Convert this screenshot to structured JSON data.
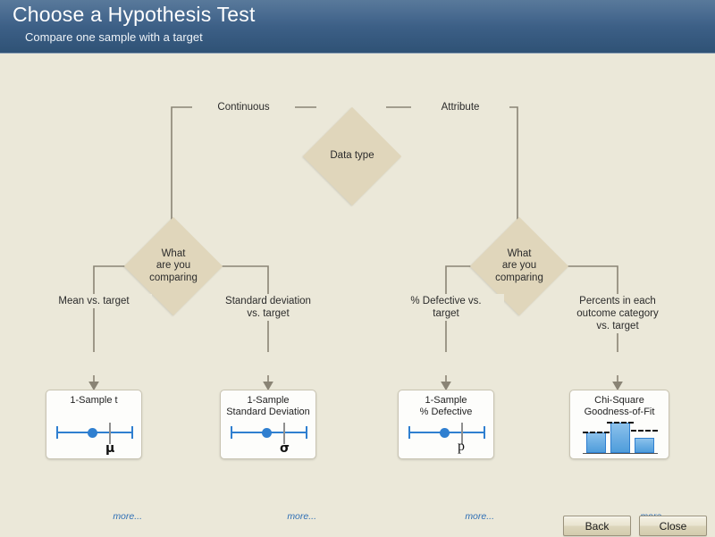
{
  "header": {
    "title": "Choose a Hypothesis Test",
    "subtitle": "Compare one sample with a target"
  },
  "flow": {
    "root": {
      "label": "Data type"
    },
    "branches": [
      {
        "label": "Continuous"
      },
      {
        "label": "Attribute"
      }
    ],
    "decisions": [
      {
        "label": "What\nare you\ncomparing"
      },
      {
        "label": "What\nare you\ncomparing"
      }
    ],
    "criteria": [
      {
        "label": "Mean vs. target"
      },
      {
        "label": "Standard deviation\nvs. target"
      },
      {
        "label": "% Defective vs.\ntarget"
      },
      {
        "label": "Percents in each\noutcome category\nvs. target"
      }
    ],
    "results": [
      {
        "title": "1-Sample t",
        "symbol": "μ",
        "icon": "interval-plot-icon",
        "more": "more..."
      },
      {
        "title": "1-Sample\nStandard Deviation",
        "symbol": "σ",
        "icon": "interval-plot-icon",
        "more": "more..."
      },
      {
        "title": "1-Sample\n% Defective",
        "symbol": "p",
        "icon": "interval-plot-icon",
        "more": "more..."
      },
      {
        "title": "Chi-Square\nGoodness-of-Fit",
        "symbol": "",
        "icon": "bar-chart-icon",
        "more": "more..."
      }
    ]
  },
  "footer": {
    "back_label": "Back",
    "close_label": "Close"
  },
  "colors": {
    "header_top": "#4c6f93",
    "header_bottom": "#2f5275",
    "canvas": "#ebe8d9",
    "diamond": "#e0d6bb",
    "connector": "#8a8475",
    "accent_blue": "#2f7fd0",
    "link_blue": "#2f6fb5"
  }
}
